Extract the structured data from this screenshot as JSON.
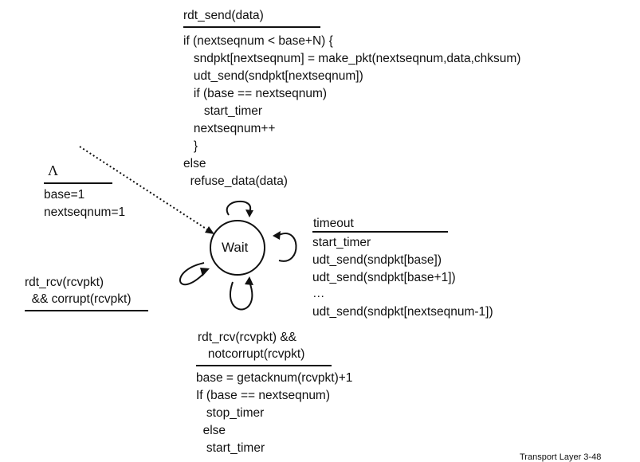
{
  "top_action": {
    "event": "rdt_send(data)",
    "lines": [
      "if (nextseqnum < base+N) {",
      "   sndpkt[nextseqnum] = make_pkt(nextseqnum,data,chksum)",
      "   udt_send(sndpkt[nextseqnum])",
      "   if (base == nextseqnum)",
      "      start_timer",
      "   nextseqnum++",
      "   }",
      "else",
      "  refuse_data(data)"
    ]
  },
  "init": {
    "event": "Λ",
    "lines": [
      "base=1",
      "nextseqnum=1"
    ]
  },
  "state": {
    "label": "Wait"
  },
  "timeout": {
    "event": "timeout",
    "lines": [
      "start_timer",
      "udt_send(sndpkt[base])",
      "udt_send(sndpkt[base+1])",
      "…",
      "udt_send(sndpkt[nextseqnum-1])"
    ]
  },
  "corrupt": {
    "event_lines": [
      "rdt_rcv(rcvpkt)",
      "  && corrupt(rcvpkt)"
    ]
  },
  "ack": {
    "event_lines": [
      "rdt_rcv(rcvpkt) &&",
      "   notcorrupt(rcvpkt)"
    ],
    "lines": [
      "base = getacknum(rcvpkt)+1",
      "If (base == nextseqnum)",
      "   stop_timer",
      "  else",
      "   start_timer"
    ]
  },
  "footer": "Transport Layer 3-48"
}
